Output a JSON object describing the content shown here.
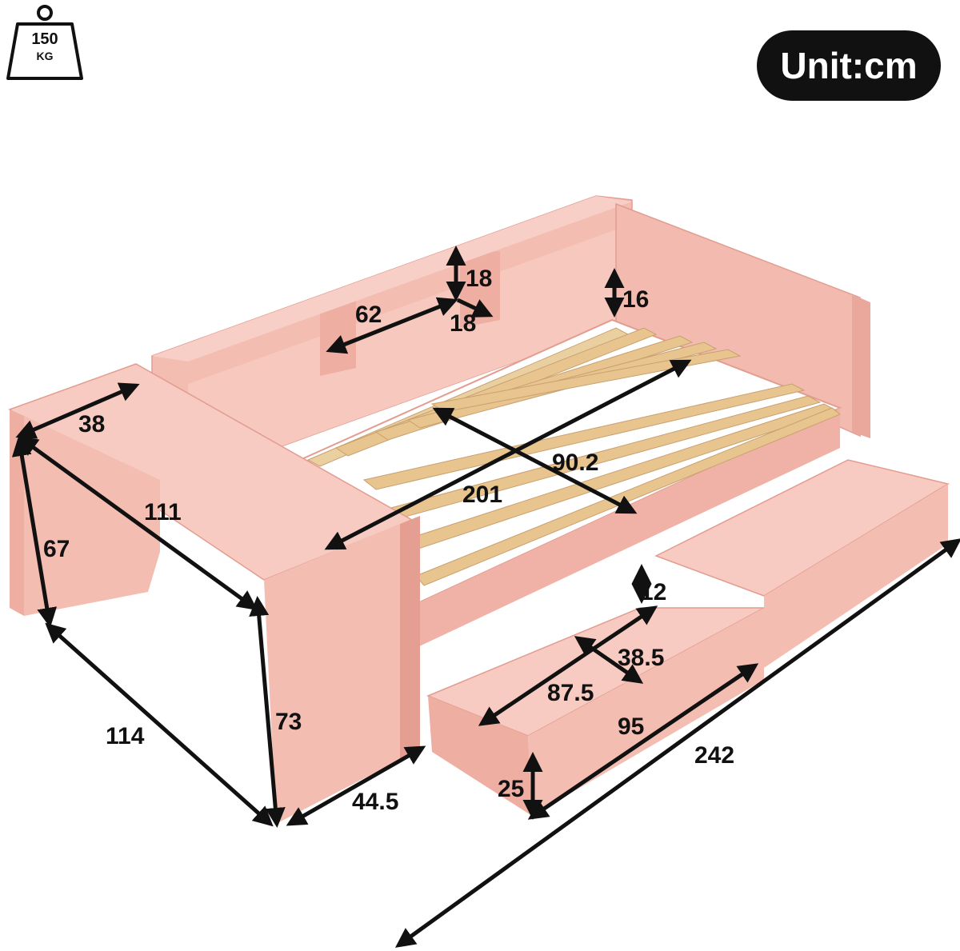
{
  "weight_icon": {
    "value": "150",
    "unit": "KG"
  },
  "unit_badge": "Unit:cm",
  "colors": {
    "bed": "#f1b3a8",
    "bed_dark": "#e59e92",
    "slat": "#e8c48e",
    "ink": "#111111"
  },
  "dimensions": {
    "shelf_height": "18",
    "shelf_depth": "18",
    "shelf_width": "62",
    "headboard_height": "16",
    "desk_depth": "38",
    "desk_length": "111",
    "desk_left_height": "67",
    "desk_base_length": "114",
    "desk_height": "73",
    "desk_width": "44.5",
    "bed_width": "90.2",
    "bed_length": "201",
    "drawer_inner_height": "12",
    "drawer_inner_depth": "38.5",
    "drawer_inner_length": "87.5",
    "drawer_length": "95",
    "drawer_height": "25",
    "total_length": "242"
  }
}
